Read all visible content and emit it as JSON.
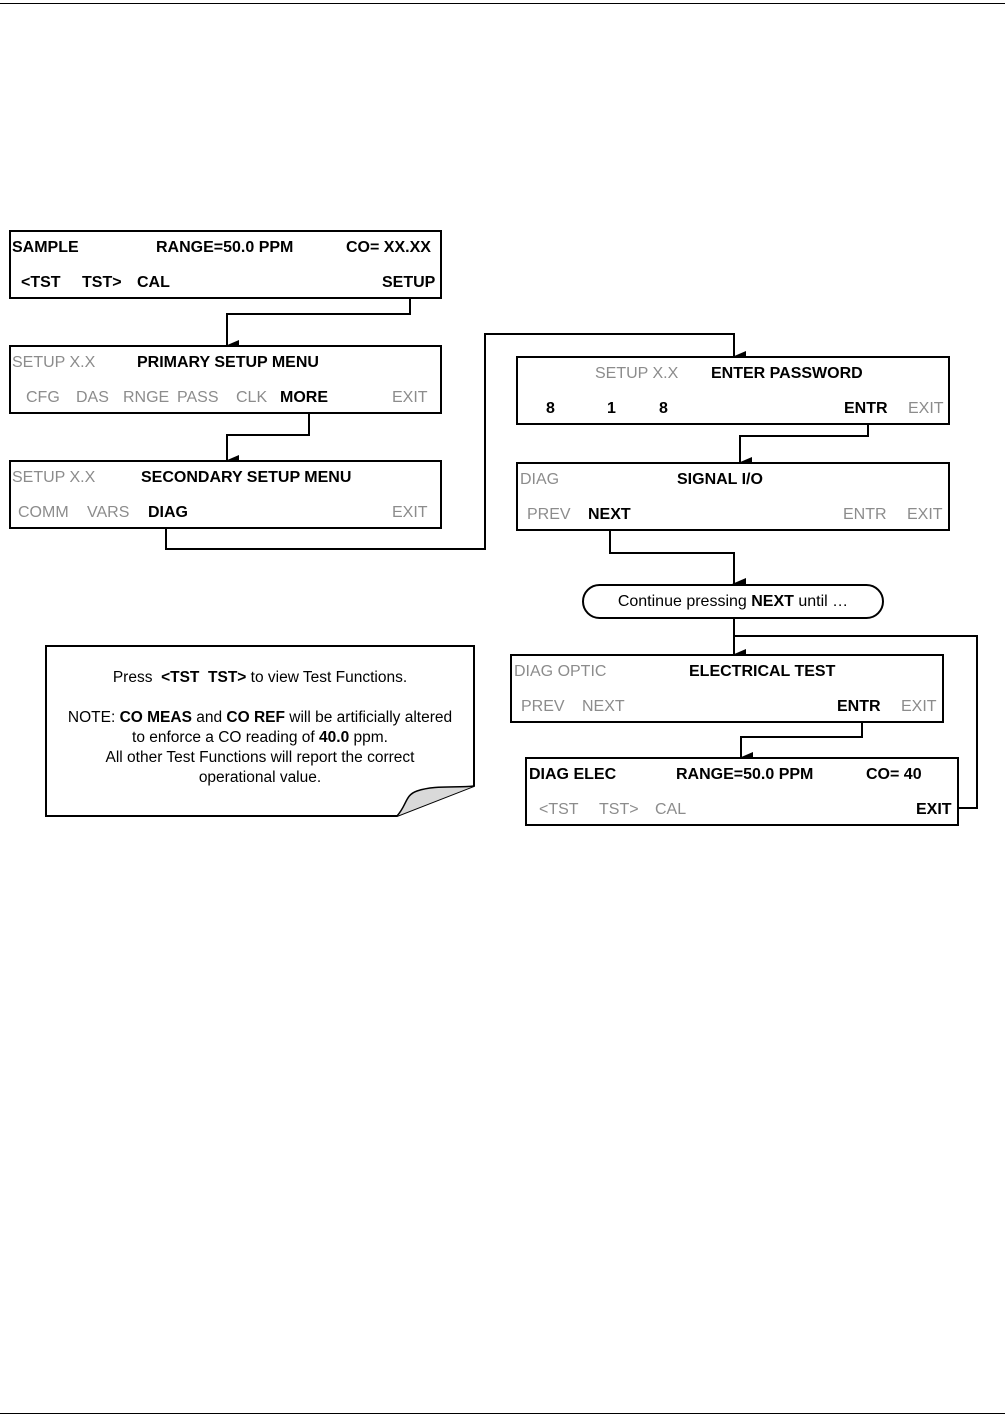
{
  "panels": {
    "sample": {
      "mode": "SAMPLE",
      "range": "RANGE=50.0 PPM",
      "conc": "CO= XX.XX",
      "keys": [
        "<TST",
        "TST>",
        "CAL",
        "SETUP"
      ]
    },
    "primary": {
      "mode": "SETUP X.X",
      "title": "PRIMARY SETUP MENU",
      "keys": [
        "CFG",
        "DAS",
        "RNGE",
        "PASS",
        "CLK",
        "MORE",
        "EXIT"
      ]
    },
    "secondary": {
      "mode": "SETUP X.X",
      "title": "SECONDARY SETUP MENU",
      "keys": [
        "COMM",
        "VARS",
        "DIAG",
        "EXIT"
      ]
    },
    "password": {
      "mode": "SETUP X.X",
      "title": "ENTER PASSWORD",
      "keys": [
        "8",
        "1",
        "8",
        "ENTR",
        "EXIT"
      ]
    },
    "signal": {
      "mode": "DIAG",
      "title": "SIGNAL I/O",
      "keys": [
        "PREV",
        "NEXT",
        "ENTR",
        "EXIT"
      ]
    },
    "electrical": {
      "mode": "DIAG OPTIC",
      "title": "ELECTRICAL TEST",
      "keys": [
        "PREV",
        "NEXT",
        "ENTR",
        "EXIT"
      ]
    },
    "elec": {
      "mode": "DIAG ELEC",
      "range": "RANGE=50.0 PPM",
      "conc": "CO= 40",
      "keys": [
        "<TST",
        "TST>",
        "CAL",
        "EXIT"
      ]
    }
  },
  "continue": {
    "before": "Continue pressing",
    "key": "NEXT",
    "after": "until …"
  },
  "note": {
    "l1_pre": "Press",
    "l1_key": "<TST  TST>",
    "l1_post": "to view Test Functions.",
    "l2_pre": "NOTE:",
    "l2_b1": "CO MEAS",
    "l2_and": "and",
    "l2_b2": "CO REF",
    "l2_post": "will be artificially altered",
    "l3_pre": "to enforce a CO reading of",
    "l3_val": "40.0",
    "l3_post": "ppm.",
    "l4": "All other Test Functions will report the correct",
    "l5": "operational value."
  }
}
